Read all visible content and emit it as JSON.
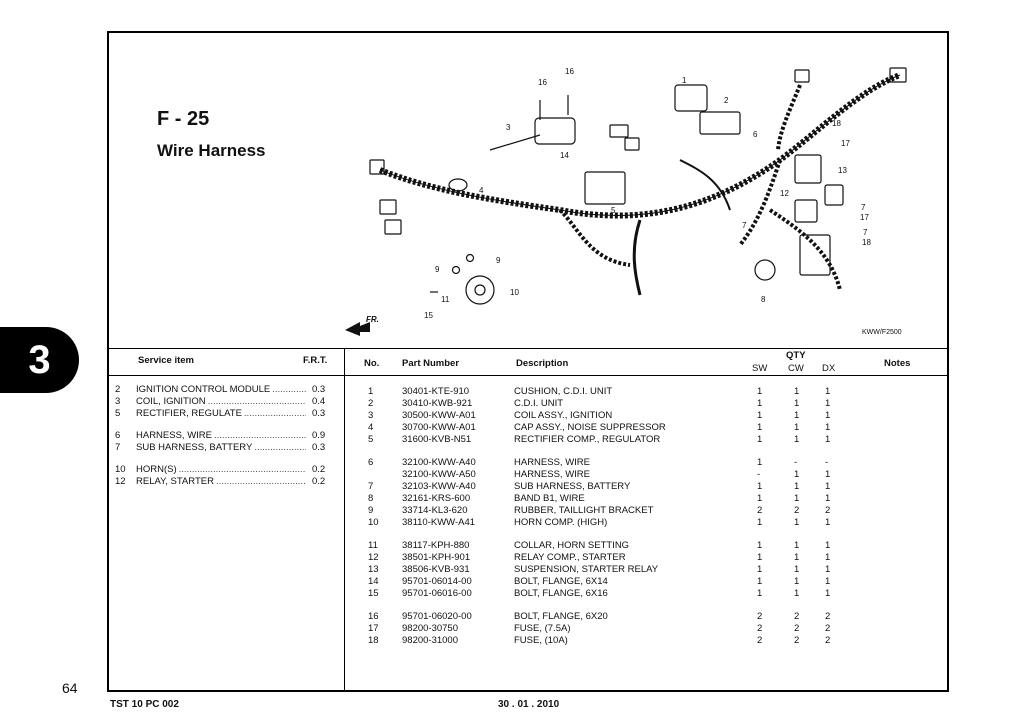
{
  "section_tab": "3",
  "figure": {
    "code": "F - 25",
    "title": "Wire Harness",
    "drawing_code": "KWW/F2500",
    "direction_label": "FR."
  },
  "callouts": [
    "16",
    "16",
    "1",
    "2",
    "3",
    "14",
    "5",
    "6",
    "18",
    "17",
    "13",
    "12",
    "7",
    "17",
    "7",
    "18",
    "4",
    "9",
    "9",
    "10",
    "11",
    "15",
    "7",
    "8"
  ],
  "service_headers": {
    "item": "Service item",
    "frt": "F.R.T."
  },
  "service_items": [
    {
      "no": "2",
      "name": "IGNITION CONTROL MODULE",
      "frt": "0.3"
    },
    {
      "no": "3",
      "name": "COIL, IGNITION",
      "frt": "0.4"
    },
    {
      "no": "5",
      "name": "RECTIFIER, REGULATE",
      "frt": "0.3"
    },
    {
      "no": "6",
      "name": "HARNESS, WIRE",
      "frt": "0.9"
    },
    {
      "no": "7",
      "name": "SUB HARNESS, BATTERY",
      "frt": "0.3"
    },
    {
      "no": "10",
      "name": "HORN(S)",
      "frt": "0.2"
    },
    {
      "no": "12",
      "name": "RELAY, STARTER",
      "frt": "0.2"
    }
  ],
  "parts_headers": {
    "no": "No.",
    "part_number": "Part Number",
    "description": "Description",
    "qty": "QTY",
    "sw": "SW",
    "cw": "CW",
    "dx": "DX",
    "notes": "Notes"
  },
  "parts": [
    {
      "no": "1",
      "part_number": "30401-KTE-910",
      "description": "CUSHION, C.D.I. UNIT",
      "sw": "1",
      "cw": "1",
      "dx": "1"
    },
    {
      "no": "2",
      "part_number": "30410-KWB-921",
      "description": "C.D.I. UNIT",
      "sw": "1",
      "cw": "1",
      "dx": "1"
    },
    {
      "no": "3",
      "part_number": "30500-KWW-A01",
      "description": "COIL ASSY., IGNITION",
      "sw": "1",
      "cw": "1",
      "dx": "1"
    },
    {
      "no": "4",
      "part_number": "30700-KWW-A01",
      "description": "CAP ASSY., NOISE SUPPRESSOR",
      "sw": "1",
      "cw": "1",
      "dx": "1"
    },
    {
      "no": "5",
      "part_number": "31600-KVB-N51",
      "description": "RECTIFIER COMP., REGULATOR",
      "sw": "1",
      "cw": "1",
      "dx": "1"
    },
    {
      "no": "6",
      "part_number": "32100-KWW-A40",
      "description": "HARNESS, WIRE",
      "sw": "1",
      "cw": "-",
      "dx": "-"
    },
    {
      "no": "",
      "part_number": "32100-KWW-A50",
      "description": "HARNESS, WIRE",
      "sw": "-",
      "cw": "1",
      "dx": "1"
    },
    {
      "no": "7",
      "part_number": "32103-KWW-A40",
      "description": "SUB HARNESS, BATTERY",
      "sw": "1",
      "cw": "1",
      "dx": "1"
    },
    {
      "no": "8",
      "part_number": "32161-KRS-600",
      "description": "BAND B1, WIRE",
      "sw": "1",
      "cw": "1",
      "dx": "1"
    },
    {
      "no": "9",
      "part_number": "33714-KL3-620",
      "description": "RUBBER, TAILLIGHT BRACKET",
      "sw": "2",
      "cw": "2",
      "dx": "2"
    },
    {
      "no": "10",
      "part_number": "38110-KWW-A41",
      "description": "HORN COMP. (HIGH)",
      "sw": "1",
      "cw": "1",
      "dx": "1"
    },
    {
      "no": "11",
      "part_number": "38117-KPH-880",
      "description": "COLLAR, HORN SETTING",
      "sw": "1",
      "cw": "1",
      "dx": "1"
    },
    {
      "no": "12",
      "part_number": "38501-KPH-901",
      "description": "RELAY COMP., STARTER",
      "sw": "1",
      "cw": "1",
      "dx": "1"
    },
    {
      "no": "13",
      "part_number": "38506-KVB-931",
      "description": "SUSPENSION, STARTER RELAY",
      "sw": "1",
      "cw": "1",
      "dx": "1"
    },
    {
      "no": "14",
      "part_number": "95701-06014-00",
      "description": "BOLT, FLANGE, 6X14",
      "sw": "1",
      "cw": "1",
      "dx": "1"
    },
    {
      "no": "15",
      "part_number": "95701-06016-00",
      "description": "BOLT, FLANGE, 6X16",
      "sw": "1",
      "cw": "1",
      "dx": "1"
    },
    {
      "no": "16",
      "part_number": "95701-06020-00",
      "description": "BOLT, FLANGE, 6X20",
      "sw": "2",
      "cw": "2",
      "dx": "2"
    },
    {
      "no": "17",
      "part_number": "98200-30750",
      "description": "FUSE, (7.5A)",
      "sw": "2",
      "cw": "2",
      "dx": "2"
    },
    {
      "no": "18",
      "part_number": "98200-31000",
      "description": "FUSE, (10A)",
      "sw": "2",
      "cw": "2",
      "dx": "2"
    }
  ],
  "footer": {
    "page_number": "64",
    "doc_code": "TST 10 PC 002",
    "date": "30 . 01 . 2010"
  }
}
